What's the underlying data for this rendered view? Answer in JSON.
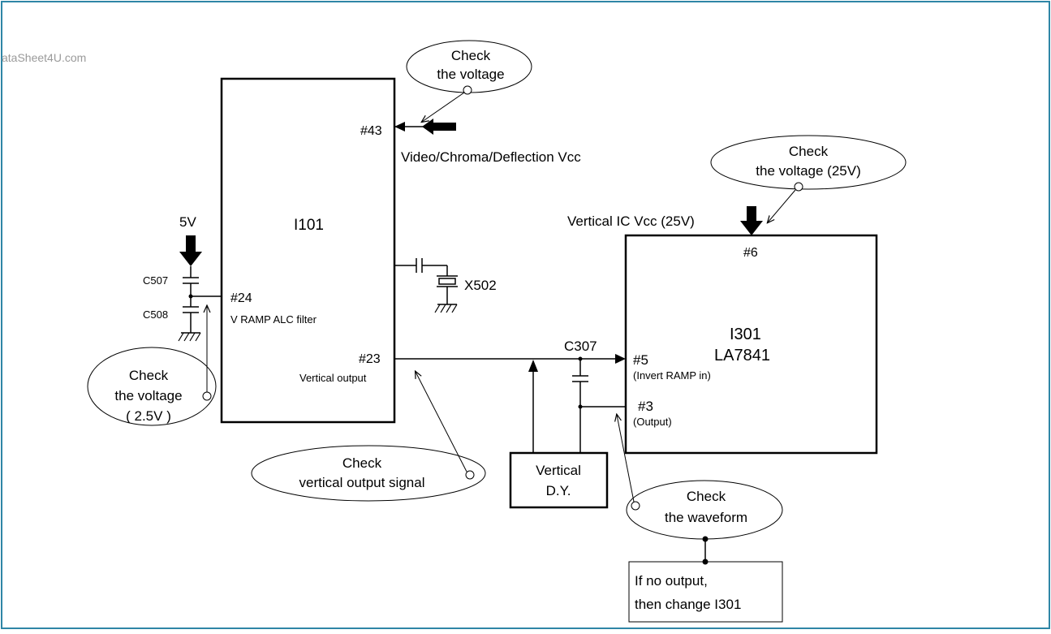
{
  "watermark": "ataSheet4U.com",
  "ic_i101": {
    "name": "I101",
    "pin43": "#43",
    "pin24": "#24",
    "pin24_desc": "V RAMP ALC filter",
    "pin23": "#23",
    "pin23_desc": "Vertical output"
  },
  "vcc_label": "Video/Chroma/Deflection Vcc",
  "supply_5v": "5V",
  "c507": "C507",
  "c508": "C508",
  "x502": "X502",
  "c307": "C307",
  "vertical_ic_vcc": "Vertical IC Vcc (25V)",
  "ic_i301": {
    "name": "I301",
    "part": "LA7841",
    "pin6": "#6",
    "pin5": "#5",
    "pin5_desc": "(Invert RAMP in)",
    "pin3": "#3",
    "pin3_desc": "(Output)"
  },
  "dy_box": {
    "line1": "Vertical",
    "line2": "D.Y."
  },
  "note_box": {
    "line1": "If no output,",
    "line2": "then change I301"
  },
  "callouts": {
    "check_voltage_top": {
      "line1": "Check",
      "line2": "the voltage"
    },
    "check_voltage_25v": {
      "line1": "Check",
      "line2": "the voltage (25V)"
    },
    "check_voltage_2_5v": {
      "line1": "Check",
      "line2": "the voltage",
      "line3": "( 2.5V )"
    },
    "check_vertical_output": {
      "line1": "Check",
      "line2": "vertical output signal"
    },
    "check_waveform": {
      "line1": "Check",
      "line2": "the waveform"
    }
  },
  "colors": {
    "frame_border": "#2f86a6",
    "line": "#000000",
    "watermark": "#9a9a9a"
  }
}
